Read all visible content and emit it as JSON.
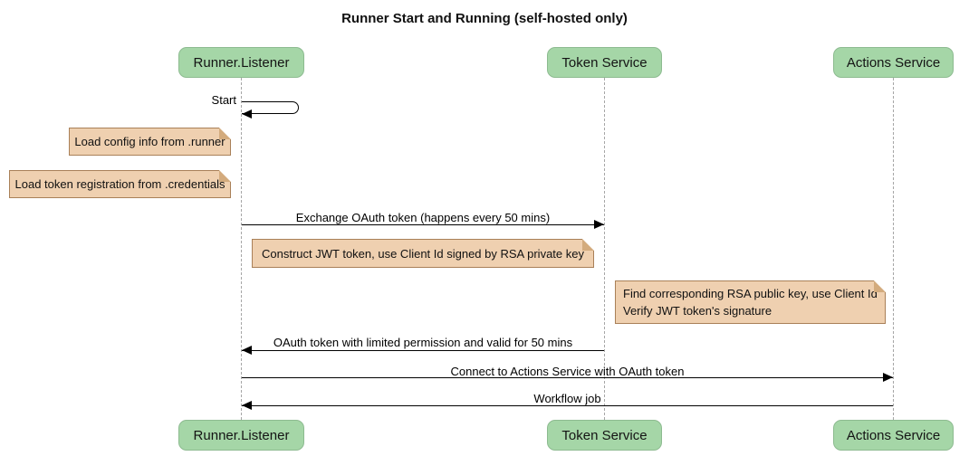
{
  "title": "Runner Start and Running (self-hosted only)",
  "participants": [
    {
      "label": "Runner.Listener"
    },
    {
      "label": "Token Service"
    },
    {
      "label": "Actions Service"
    }
  ],
  "messages": [
    {
      "type": "self",
      "from": "Runner.Listener",
      "to": "Runner.Listener",
      "label": "Start"
    },
    {
      "type": "solid",
      "from": "Runner.Listener",
      "to": "Token Service",
      "label": "Exchange OAuth token (happens every 50 mins)"
    },
    {
      "type": "solid",
      "from": "Token Service",
      "to": "Runner.Listener",
      "label": "OAuth token with limited permission and valid for 50 mins"
    },
    {
      "type": "solid",
      "from": "Runner.Listener",
      "to": "Actions Service",
      "label": "Connect to Actions Service with OAuth token"
    },
    {
      "type": "solid",
      "from": "Actions Service",
      "to": "Runner.Listener",
      "label": "Workflow job"
    }
  ],
  "notes": [
    {
      "lines": [
        "Load config info from .runner"
      ]
    },
    {
      "lines": [
        "Load token registration from .credentials"
      ]
    },
    {
      "lines": [
        "Construct JWT token, use Client Id signed by RSA private key"
      ]
    },
    {
      "lines": [
        "Find corresponding RSA public key, use Client Id",
        "Verify JWT token's signature"
      ]
    }
  ],
  "colors": {
    "participant_fill": "#a5d6a7",
    "participant_border": "#8dbb90",
    "note_fill": "#efd0b0",
    "note_border": "#a98058",
    "note_fold": "#d3ab7d",
    "line": "#000000",
    "lifeline": "#a6a6a6",
    "bg": "#ffffff"
  }
}
